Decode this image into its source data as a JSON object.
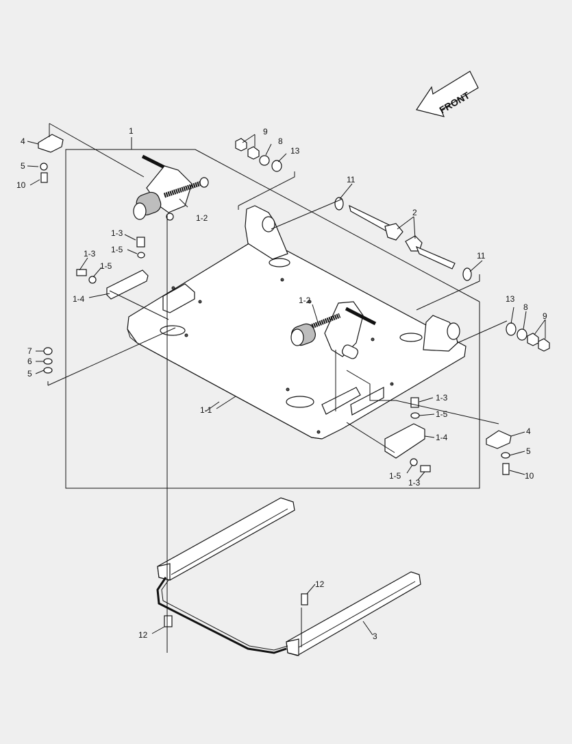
{
  "diagram": {
    "front_label": "FRONT",
    "callouts": {
      "c1": "1",
      "c1_1": "1-1",
      "c1_2a": "1-2",
      "c1_2b": "1-2",
      "c1_3a": "1-3",
      "c1_3b": "1-3",
      "c1_3c": "1-3",
      "c1_3d": "1-3",
      "c1_4a": "1-4",
      "c1_4b": "1-4",
      "c1_5a": "1-5",
      "c1_5b": "1-5",
      "c1_5c": "1-5",
      "c1_5d": "1-5",
      "c2": "2",
      "c3": "3",
      "c4a": "4",
      "c4b": "4",
      "c5a": "5",
      "c5b": "5",
      "c5c": "5",
      "c6": "6",
      "c7": "7",
      "c8a": "8",
      "c8b": "8",
      "c9a": "9",
      "c9b": "9",
      "c10a": "10",
      "c10b": "10",
      "c11a": "11",
      "c11b": "11",
      "c12a": "12",
      "c12b": "12",
      "c13a": "13",
      "c13b": "13"
    }
  }
}
